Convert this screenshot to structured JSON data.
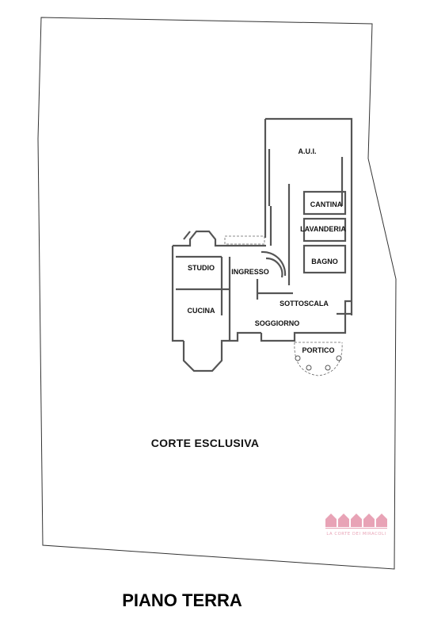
{
  "floor_title": "PIANO TERRA",
  "court_label": "CORTE ESCLUSIVA",
  "rooms": {
    "aui": "A.U.I.",
    "cantina": "CANTINA",
    "lavanderia": "LAVANDERIA",
    "bagno": "BAGNO",
    "studio": "STUDIO",
    "ingresso": "INGRESSO",
    "cucina": "CUCINA",
    "sottoscala": "SOTTOSCALA",
    "soggiorno": "SOGGIORNO",
    "portico": "PORTICO"
  },
  "logo": {
    "text": "LA CORTE DEI MIRACOLI",
    "color": "#e8a3b6",
    "icon": "houses-logo-icon"
  },
  "colors": {
    "wall": "#555555",
    "line": "#333333",
    "accent": "#e8a3b6"
  }
}
